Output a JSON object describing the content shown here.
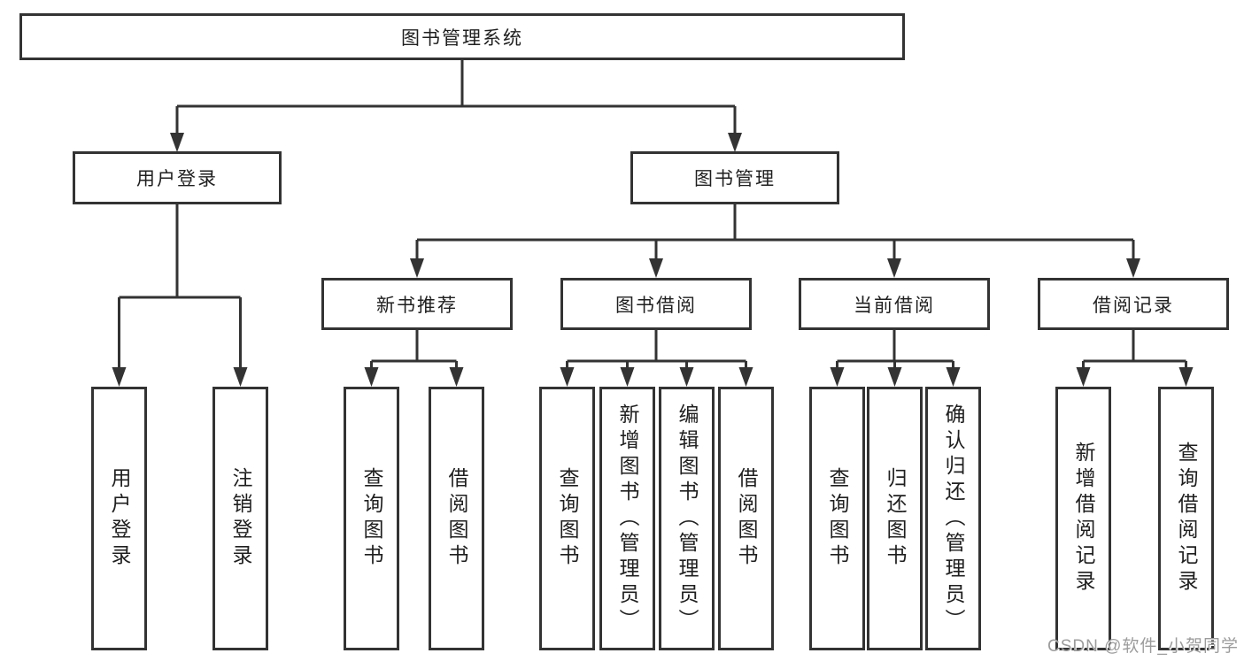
{
  "diagram": {
    "root": {
      "label": "图书管理系统"
    },
    "branches": [
      {
        "label": "用户登录",
        "children": [
          {
            "label": "用户登录"
          },
          {
            "label": "注销登录"
          }
        ]
      },
      {
        "label": "图书管理",
        "children": [
          {
            "label": "新书推荐",
            "children": [
              {
                "label": "查询图书"
              },
              {
                "label": "借阅图书"
              }
            ]
          },
          {
            "label": "图书借阅",
            "children": [
              {
                "label": "查询图书"
              },
              {
                "label": "新增图书（管理员）"
              },
              {
                "label": "编辑图书（管理员）"
              },
              {
                "label": "借阅图书"
              }
            ]
          },
          {
            "label": "当前借阅",
            "children": [
              {
                "label": "查询图书"
              },
              {
                "label": "归还图书"
              },
              {
                "label": "确认归还（管理员）"
              }
            ]
          },
          {
            "label": "借阅记录",
            "children": [
              {
                "label": "新增借阅记录"
              },
              {
                "label": "查询借阅记录"
              }
            ]
          }
        ]
      }
    ],
    "watermark": "CSDN @软件_小贺同学",
    "colors": {
      "line": "#333333",
      "text": "#1f1f1f",
      "watermark": "#9c9c9c",
      "background": "#ffffff"
    }
  }
}
